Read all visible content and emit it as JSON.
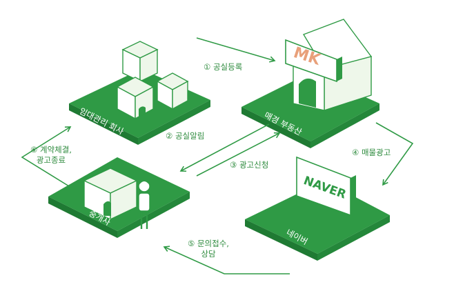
{
  "nodes": {
    "rental_company": {
      "label": "임대관리 회사"
    },
    "mk_realty": {
      "label": "매경 부동산",
      "sign": "MK"
    },
    "naver": {
      "label": "네이버",
      "sign": "NAVER"
    },
    "broker": {
      "label": "중개사"
    }
  },
  "steps": {
    "s1": "① 공실등록",
    "s2": "② 공실알림",
    "s3": "③ 광고신청",
    "s4": "④ 매물광고",
    "s5_line1": "⑤ 문의접수,",
    "s5_line2": "상담",
    "s6_line1": "⑥ 계약체결,",
    "s6_line2": "광고종료"
  },
  "colors": {
    "green": "#2f9a45",
    "green_dark": "#1f7a33",
    "light_green": "#eef7ea",
    "sign_orange": "#e8a07a"
  }
}
